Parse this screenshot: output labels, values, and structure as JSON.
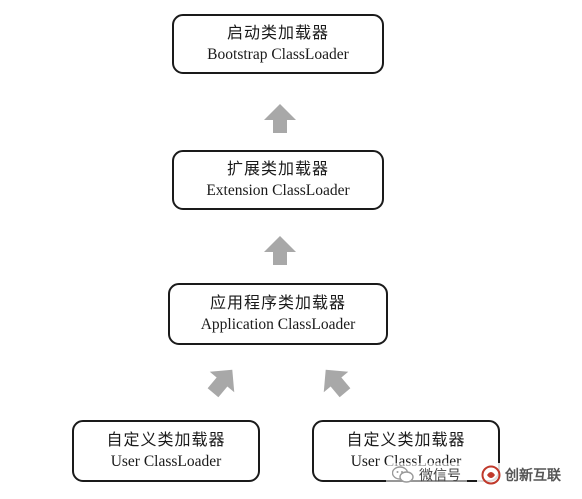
{
  "nodes": {
    "bootstrap": {
      "title_zh": "启动类加载器",
      "title_en": "Bootstrap ClassLoader"
    },
    "extension": {
      "title_zh": "扩展类加载器",
      "title_en": "Extension ClassLoader"
    },
    "application": {
      "title_zh": "应用程序类加载器",
      "title_en": "Application ClassLoader"
    },
    "user_left": {
      "title_zh": "自定义类加载器",
      "title_en": "User ClassLoader"
    },
    "user_right": {
      "title_zh": "自定义类加载器",
      "title_en": "User ClassLoader"
    }
  },
  "edges": [
    {
      "from": "extension",
      "to": "bootstrap"
    },
    {
      "from": "application",
      "to": "extension"
    },
    {
      "from": "user_left",
      "to": "application"
    },
    {
      "from": "user_right",
      "to": "application"
    }
  ],
  "colors": {
    "border": "#1a1a1a",
    "arrow": "#a8a8a8",
    "brand": "#c0392b",
    "wechat": "#9a9a9a"
  },
  "watermark": {
    "wechat_label": "微信号",
    "brand_label": "创新互联",
    "wechat_icon": "wechat-icon",
    "brand_icon": "brand-logo-icon"
  }
}
